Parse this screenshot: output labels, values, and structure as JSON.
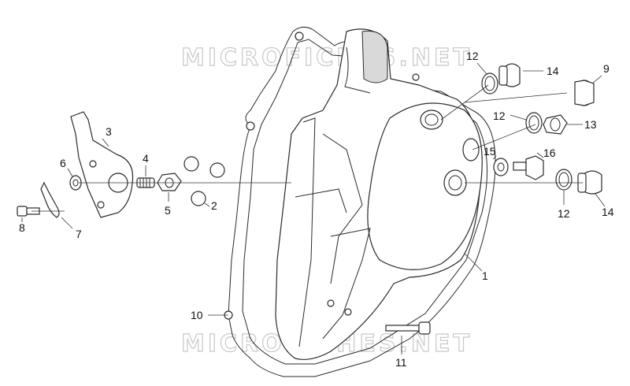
{
  "watermark": {
    "top_text": "MICROFICHES.NET",
    "bottom_text": "MICROFICHES.NET"
  },
  "callouts": {
    "c1": "1",
    "c2": "2",
    "c3": "3",
    "c4": "4",
    "c5": "5",
    "c6": "6",
    "c7": "7",
    "c8": "8",
    "c9": "9",
    "c10": "10",
    "c11": "11",
    "c12a": "12",
    "c12b": "12",
    "c12c": "12",
    "c13": "13",
    "c14a": "14",
    "c14b": "14",
    "c15": "15",
    "c16": "16"
  }
}
